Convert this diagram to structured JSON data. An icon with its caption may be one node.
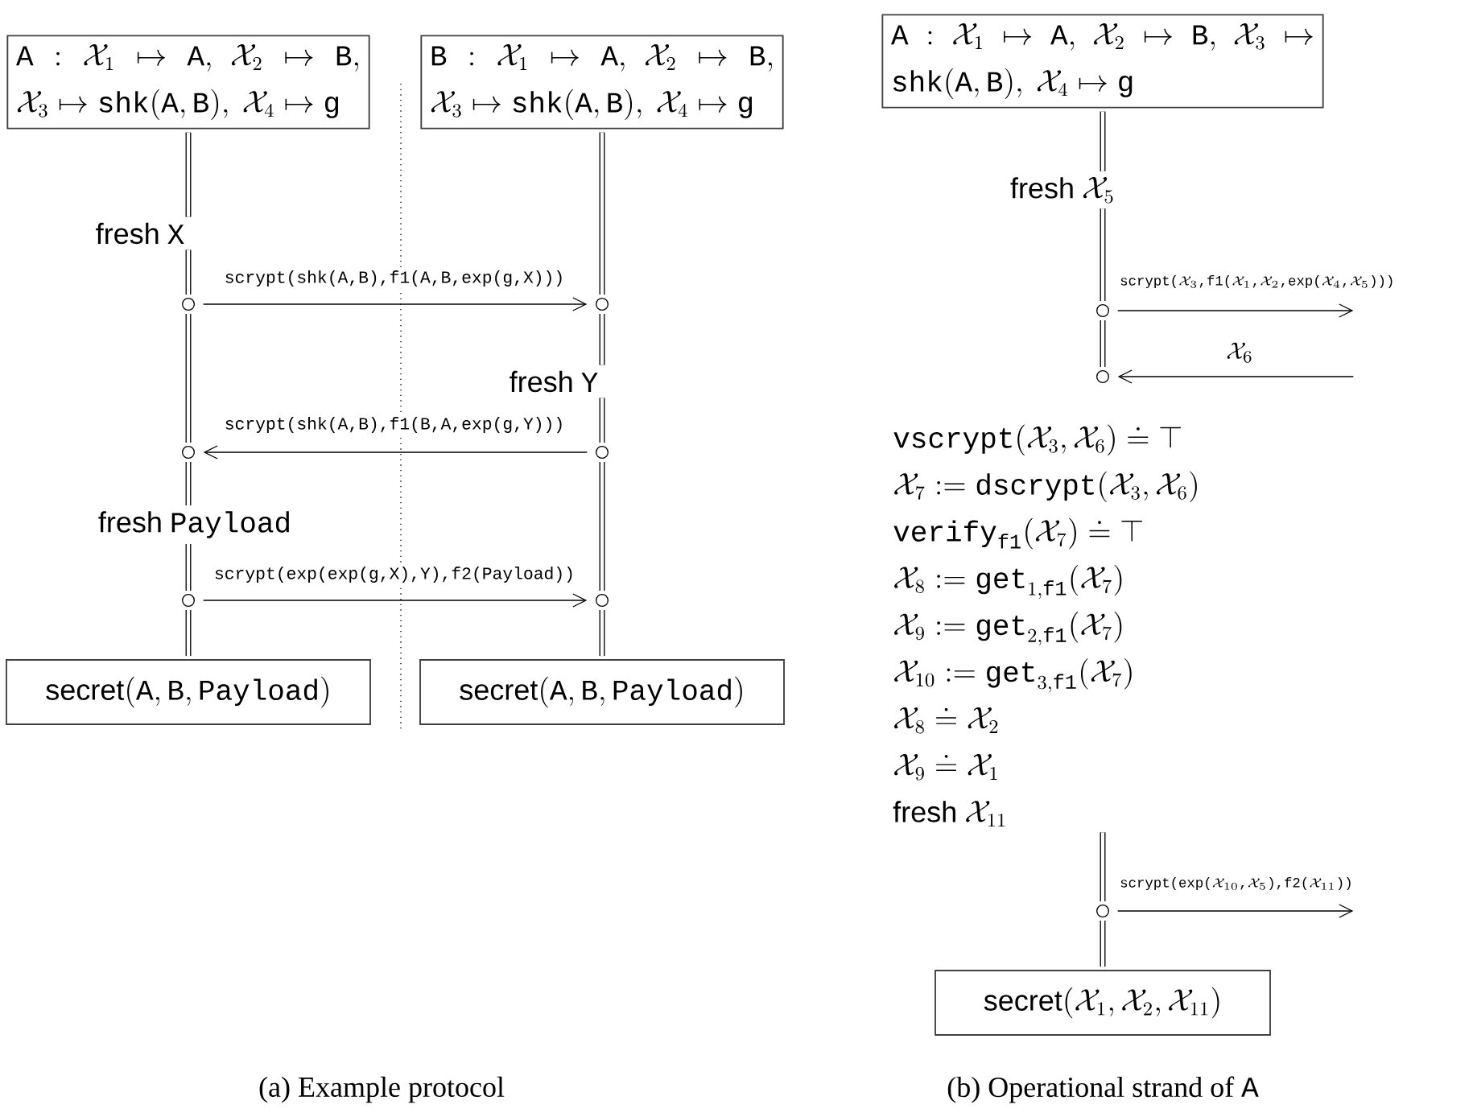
{
  "diagram": {
    "nodes": [
      {
        "text": [
          "\\mathtt{A}:\\mathcal{X}_1\\mapsto\\mathtt{A},\\allowbreak\\ \\mathcal{X}_2\\mapsto\\mathtt{B},\\allowbreak\\ \\mathcal{X}_3\\mapsto\\mathtt{shk}(\\mathtt{A},\\mathtt{B}),\\allowbreak\\ \\mathcal{X}_4\\mapsto\\mathtt{g}"
        ]
      },
      {
        "text": [
          "\\mathtt{B}:\\mathcal{X}_1\\mapsto\\mathtt{A},\\allowbreak\\ \\mathcal{X}_2\\mapsto\\mathtt{B},\\allowbreak\\ \\mathcal{X}_3\\mapsto\\mathtt{shk}(\\mathtt{A},\\mathtt{B}),\\allowbreak\\ \\mathcal{X}_4\\mapsto\\mathtt{g}"
        ]
      },
      {
        "text": [
          "\\mathsf{fresh}\\ \\mathtt{X}"
        ]
      },
      {
        "text": [],
        "shape": "circle"
      },
      {
        "text": [],
        "shape": "circle"
      },
      {
        "text": [
          "\\mathsf{fresh}\\ \\mathtt{Y}"
        ]
      },
      {
        "text": [],
        "shape": "circle"
      },
      {
        "text": [],
        "shape": "circle"
      },
      {
        "text": [
          "\\mathsf{fresh}\\ \\mathtt{Payload}"
        ]
      },
      {
        "text": [],
        "shape": "circle"
      },
      {
        "text": [],
        "shape": "circle"
      },
      {
        "text": [
          "\\mathsf{secret}(\\mathtt{A},\\mathtt{B},\\mathtt{Payload})"
        ]
      },
      {
        "text": [
          "\\mathsf{secret}(\\mathtt{A},\\mathtt{B},\\mathtt{Payload})"
        ]
      },
      {
        "text": [
          "\\mathtt{A}:\\mathcal{X}_1\\mapsto\\mathtt{A},\\allowbreak\\ \\mathcal{X}_2\\mapsto\\mathtt{B},\\allowbreak\\ \\mathcal{X}_3\\mapsto\\mathtt{shk}(\\mathtt{A},\\mathtt{B}),\\allowbreak\\ \\mathcal{X}_4\\mapsto\\mathtt{g}"
        ]
      },
      {
        "text": [
          "\\mathsf{fresh}\\ \\mathcal{X}_5"
        ]
      },
      {
        "text": [],
        "shape": "circle"
      },
      {
        "text": [],
        "shape": "circle"
      },
      {
        "text": [
          "\\mathtt{vscrypt}(\\mathcal{X}_3,\\mathcal{X}_6)\\doteq\\top",
          "\\mathcal{X}_7:=\\mathtt{dscrypt}(\\mathcal{X}_3,\\mathcal{X}_6)",
          "\\mathtt{verify}_{\\mathtt{f1}}(\\mathcal{X}_7)\\doteq\\top",
          "\\mathcal{X}_8:=\\mathtt{get}_{1,\\mathtt{f1}}(\\mathcal{X}_7)",
          "\\mathcal{X}_9:=\\mathtt{get}_{2,\\mathtt{f1}}(\\mathcal{X}_7)",
          "\\mathcal{X}_{10}:=\\mathtt{get}_{3,\\mathtt{f1}}(\\mathcal{X}_7)",
          "\\mathcal{X}_8\\doteq\\mathcal{X}_2",
          "\\mathcal{X}_9\\doteq\\mathcal{X}_1",
          "\\mathsf{fresh}\\ \\mathcal{X}_{11}"
        ]
      },
      {
        "text": [],
        "shape": "circle"
      },
      {
        "text": [
          "\\mathsf{secret}(\\mathcal{X}_1,\\mathcal{X}_2,\\mathcal{X}_{11})"
        ]
      }
    ],
    "edges": [
      {
        "from": 0,
        "to": 2,
        "arrow": "none"
      },
      {
        "from": 2,
        "to": 3,
        "arrow": "none"
      },
      {
        "from": 3,
        "to": 4,
        "arrow": "to",
        "label": "\\texttt{scrypt(shk(A,B),f1(A,B,exp(g,X)))}"
      },
      {
        "from": 1,
        "to": 4,
        "arrow": "none"
      },
      {
        "from": 4,
        "to": 5,
        "arrow": "none"
      },
      {
        "from": 5,
        "to": 7,
        "arrow": "none"
      },
      {
        "from": 7,
        "to": 6,
        "arrow": "to",
        "label": "\\texttt{scrypt(shk(A,B),f1(B,A,exp(g,Y)))}"
      },
      {
        "from": 3,
        "to": 6,
        "arrow": "none"
      },
      {
        "from": 6,
        "to": 8,
        "arrow": "none"
      },
      {
        "from": 8,
        "to": 9,
        "arrow": "none"
      },
      {
        "from": 9,
        "to": 10,
        "arrow": "to",
        "label": "\\texttt{scrypt(exp(exp(g,X),Y),f2(Payload))}"
      },
      {
        "from": 7,
        "to": 10,
        "arrow": "none"
      },
      {
        "from": 9,
        "to": 11,
        "arrow": "none"
      },
      {
        "from": 10,
        "to": 12,
        "arrow": "none"
      },
      {
        "from": 13,
        "to": 14,
        "arrow": "none"
      },
      {
        "from": 14,
        "to": 15,
        "arrow": "none"
      },
      {
        "from": 15,
        "to": null,
        "arrow": "to",
        "label": "\\texttt{scrypt(}\\mathcal{X}_3\\texttt{,f1(}\\mathcal{X}_1\\texttt{,}\\mathcal{X}_2\\texttt{,exp(}\\mathcal{X}_4\\texttt{,}\\mathcal{X}_5\\texttt{)))}"
      },
      {
        "from": 15,
        "to": 16,
        "arrow": "none"
      },
      {
        "from": null,
        "to": 16,
        "arrow": "to",
        "label": "\\mathcal{X}_6"
      },
      {
        "from": 17,
        "to": 18,
        "arrow": "none"
      },
      {
        "from": 18,
        "to": null,
        "arrow": "to",
        "label": "\\texttt{scrypt(exp(}\\mathcal{X}_{10}\\texttt{,}\\mathcal{X}_5\\texttt{),f2(}\\mathcal{X}_{11}\\texttt{))}"
      },
      {
        "from": 18,
        "to": 19,
        "arrow": "none"
      }
    ],
    "labels": [
      "\\text{(a) Example protocol}",
      "\\text{(b) Operational strand of }\\mathtt{A}"
    ]
  }
}
